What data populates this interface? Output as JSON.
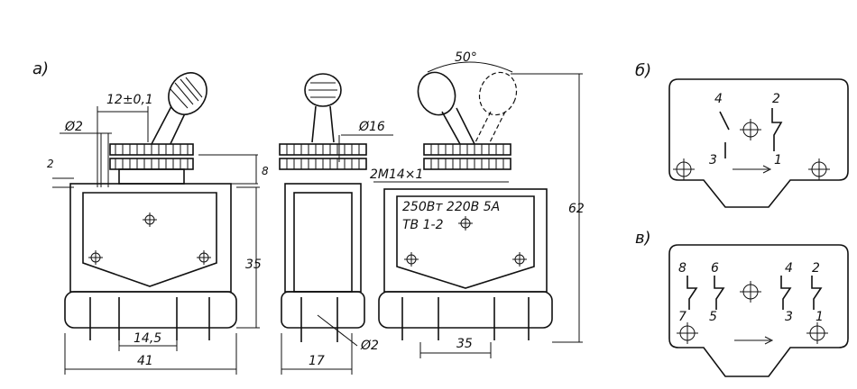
{
  "panel_labels": {
    "a": "а)",
    "b": "б)",
    "v": "в)"
  },
  "dimensions": {
    "offset": "12±0,1",
    "hole_dia": "Ø2",
    "small_gap": "2",
    "thread_height": "8",
    "body_height": "35",
    "foot_spacing": "14,5",
    "width": "41",
    "side_width": "17",
    "pin_dia": "Ø2",
    "bushing_dia": "Ø16",
    "angle": "50°",
    "thread": "2M14×1",
    "overall_height": "62",
    "pin_spacing": "35"
  },
  "marking": {
    "line1": "250Вт 220В  5А",
    "line2": "ТВ 1-2"
  },
  "schematic_b": {
    "pins": [
      "4",
      "2",
      "3",
      "1"
    ]
  },
  "schematic_v": {
    "pins": [
      "8",
      "6",
      "4",
      "2",
      "7",
      "5",
      "3",
      "1"
    ]
  }
}
